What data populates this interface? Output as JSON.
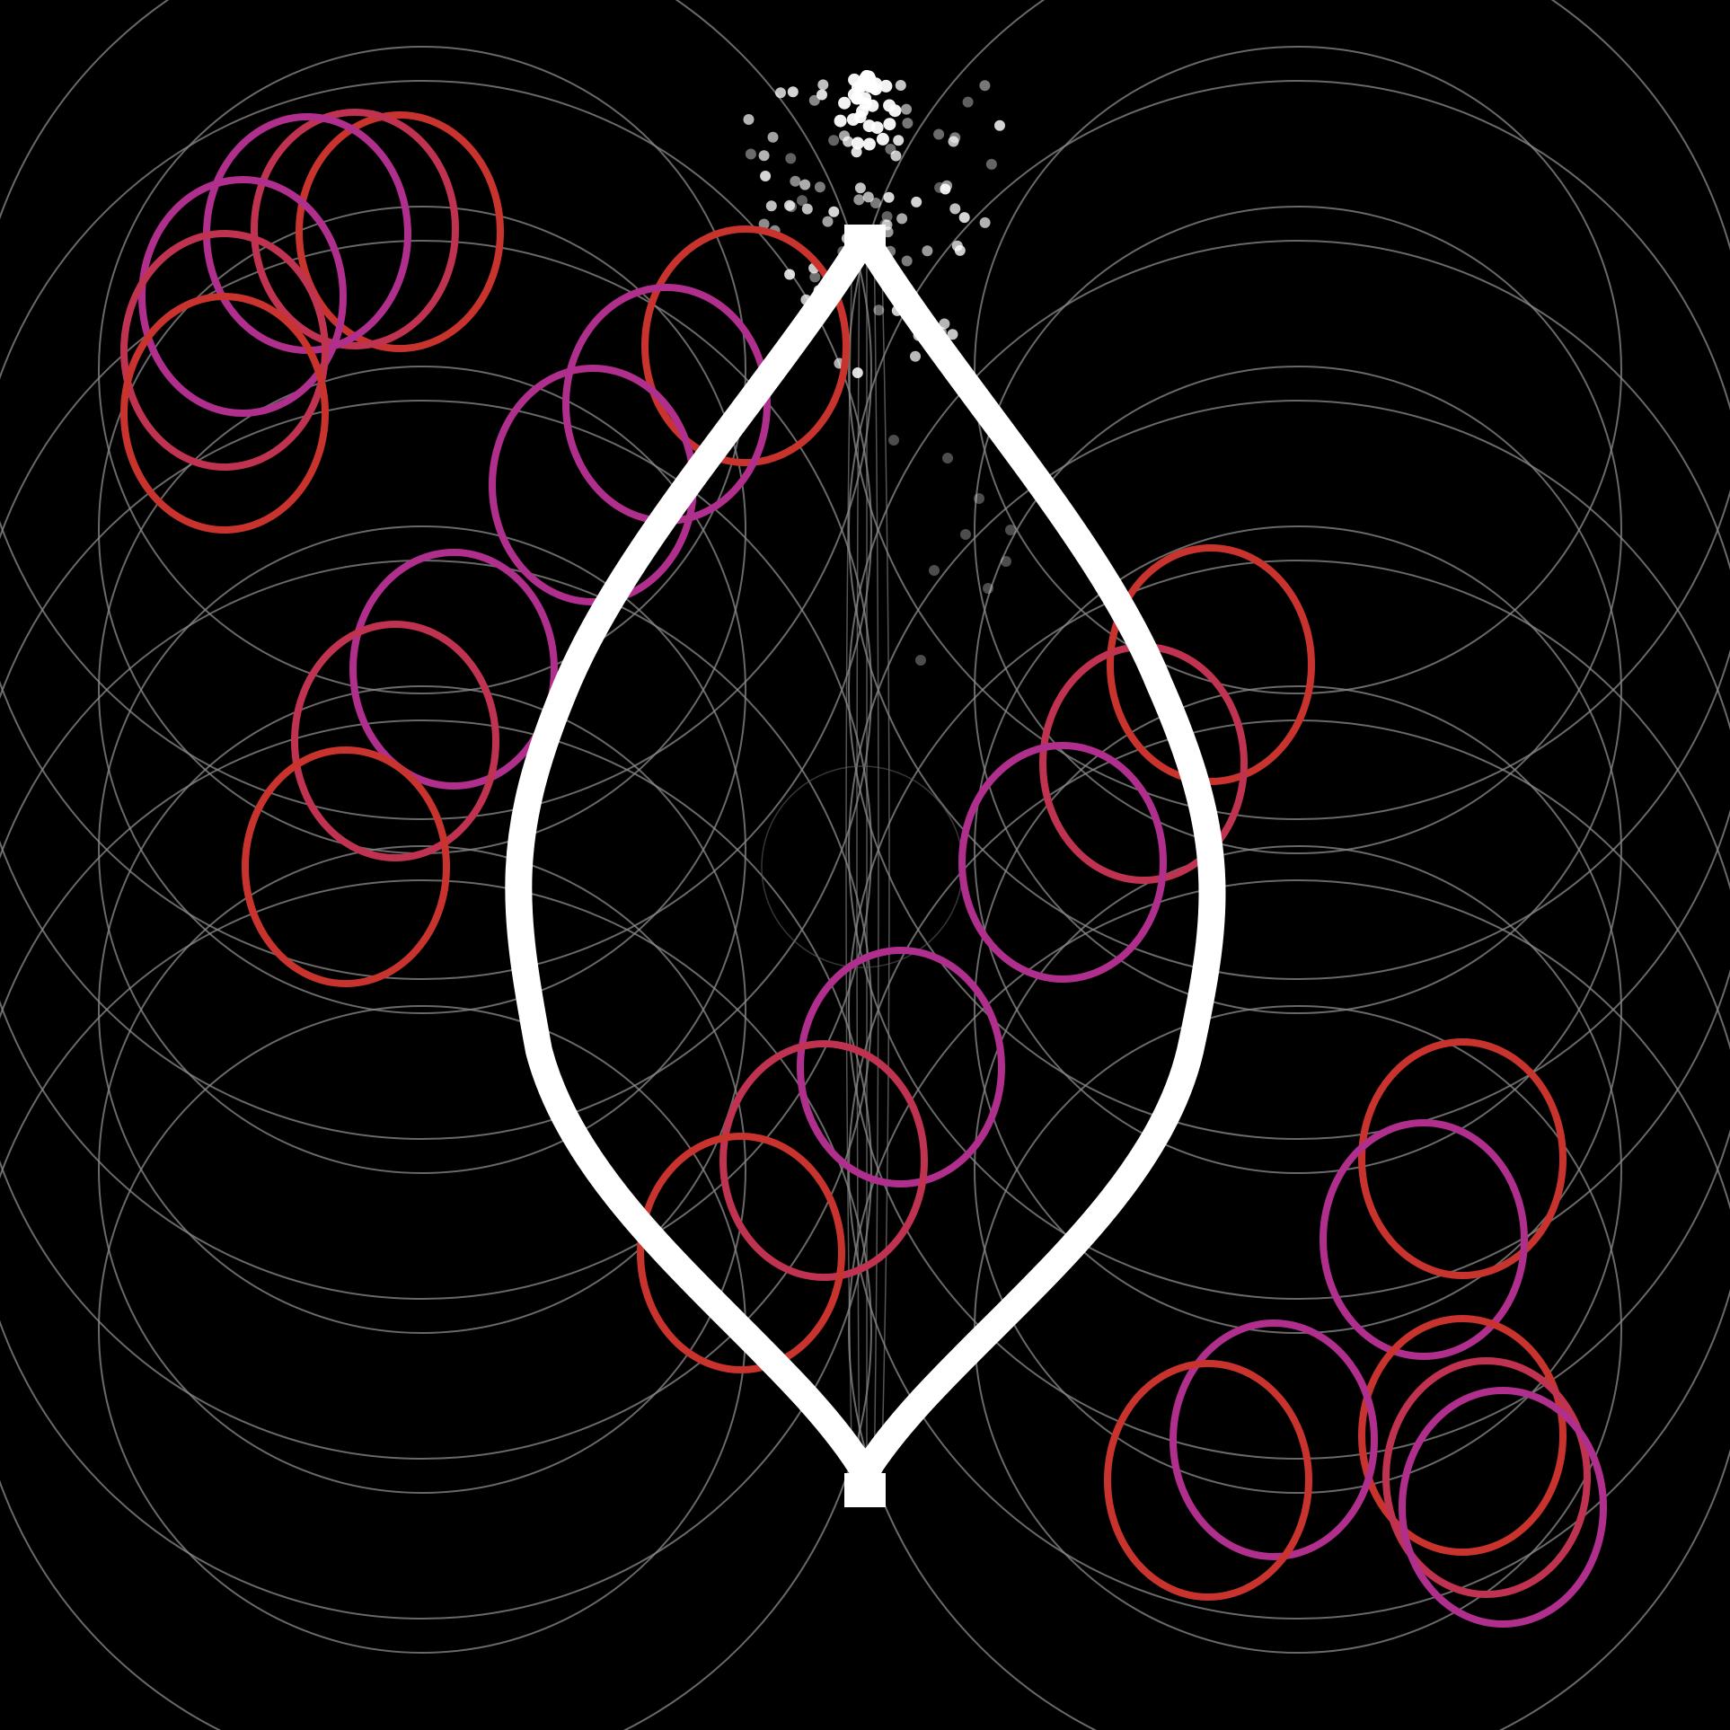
{
  "canvas": {
    "background": "#000000"
  },
  "palette": {
    "field_lines": "#8c8c8c",
    "lens_outline": "#ffffff",
    "particles": "#ffffff",
    "ring_red": "#c8332e",
    "ring_crimson": "#bf3350",
    "ring_magenta": "#b02f8c",
    "center_halo": "#5a5a5a"
  },
  "icons": {
    "lens": "vesica-lens-outline",
    "particles": "particle-cluster",
    "rings": "ring-cluster"
  }
}
